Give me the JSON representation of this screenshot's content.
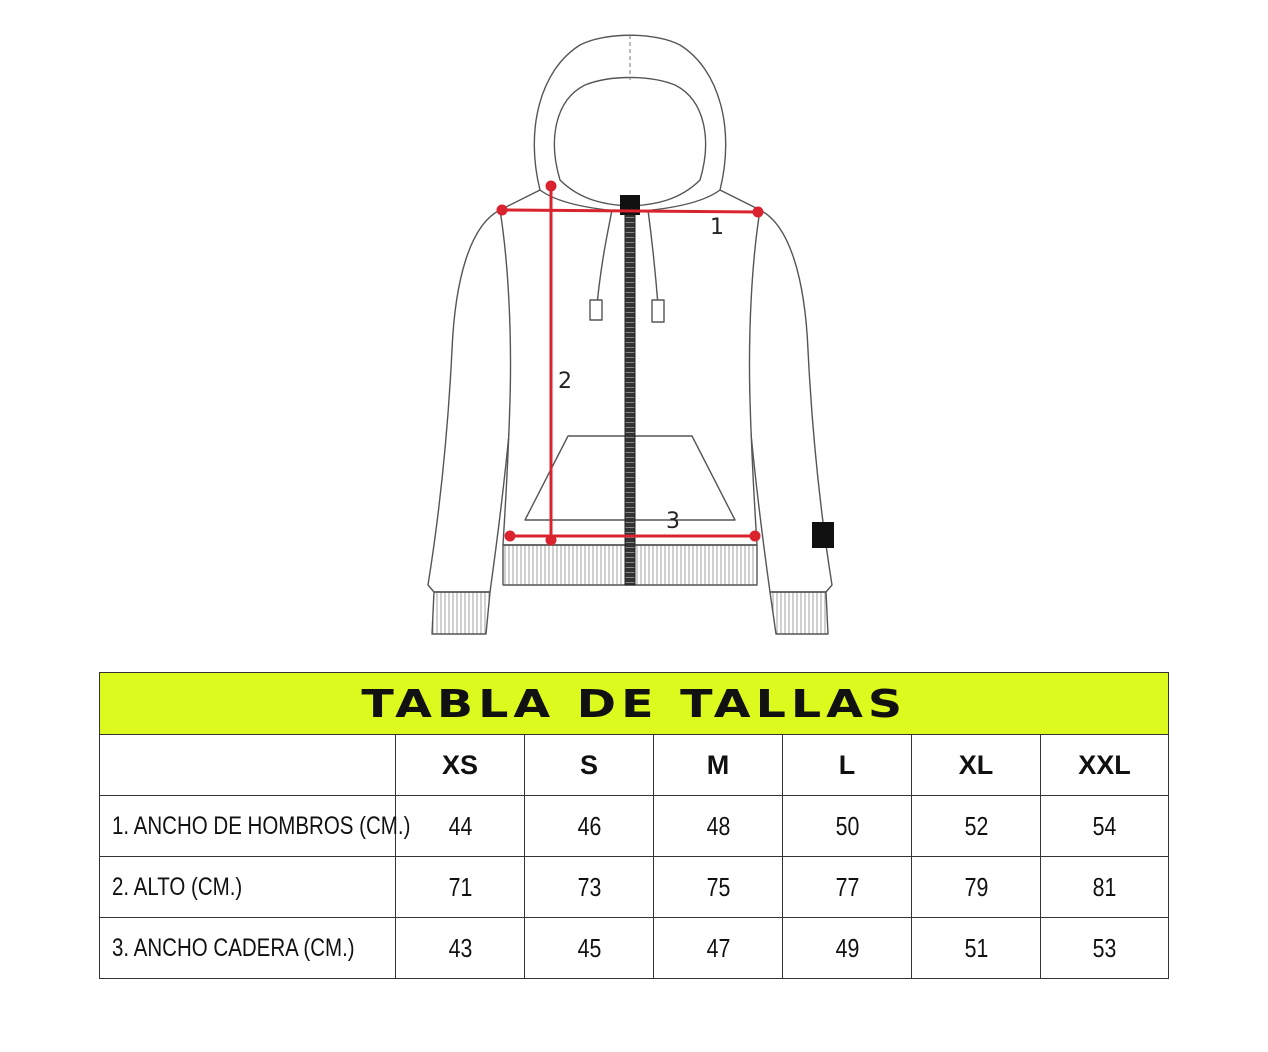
{
  "diagram": {
    "labels": [
      "1",
      "2",
      "3"
    ],
    "measure_color": "#d9242f"
  },
  "table": {
    "title": "TABLA DE TALLAS",
    "title_bg": "#ddfa1e",
    "sizes": [
      "XS",
      "S",
      "M",
      "L",
      "XL",
      "XXL"
    ],
    "rows": [
      {
        "label": "1. ANCHO DE HOMBROS (CM.)",
        "values": [
          "44",
          "46",
          "48",
          "50",
          "52",
          "54"
        ]
      },
      {
        "label": "2. ALTO (CM.)",
        "values": [
          "71",
          "73",
          "75",
          "77",
          "79",
          "81"
        ]
      },
      {
        "label": "3. ANCHO CADERA (CM.)",
        "values": [
          "43",
          "45",
          "47",
          "49",
          "51",
          "53"
        ]
      }
    ]
  }
}
